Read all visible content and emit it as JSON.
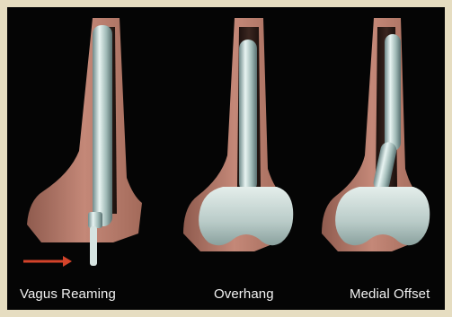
{
  "panels": [
    {
      "id": "vagus-reaming",
      "caption": "Vagus Reaming"
    },
    {
      "id": "overhang",
      "caption": "Overhang"
    },
    {
      "id": "medial-offset",
      "caption": "Medial Offset"
    }
  ],
  "colors": {
    "frame": "#e6ddc1",
    "background": "#050505",
    "bone": "#b87d6d",
    "implant": "#c9d9d6",
    "arrow": "#d4432a"
  }
}
